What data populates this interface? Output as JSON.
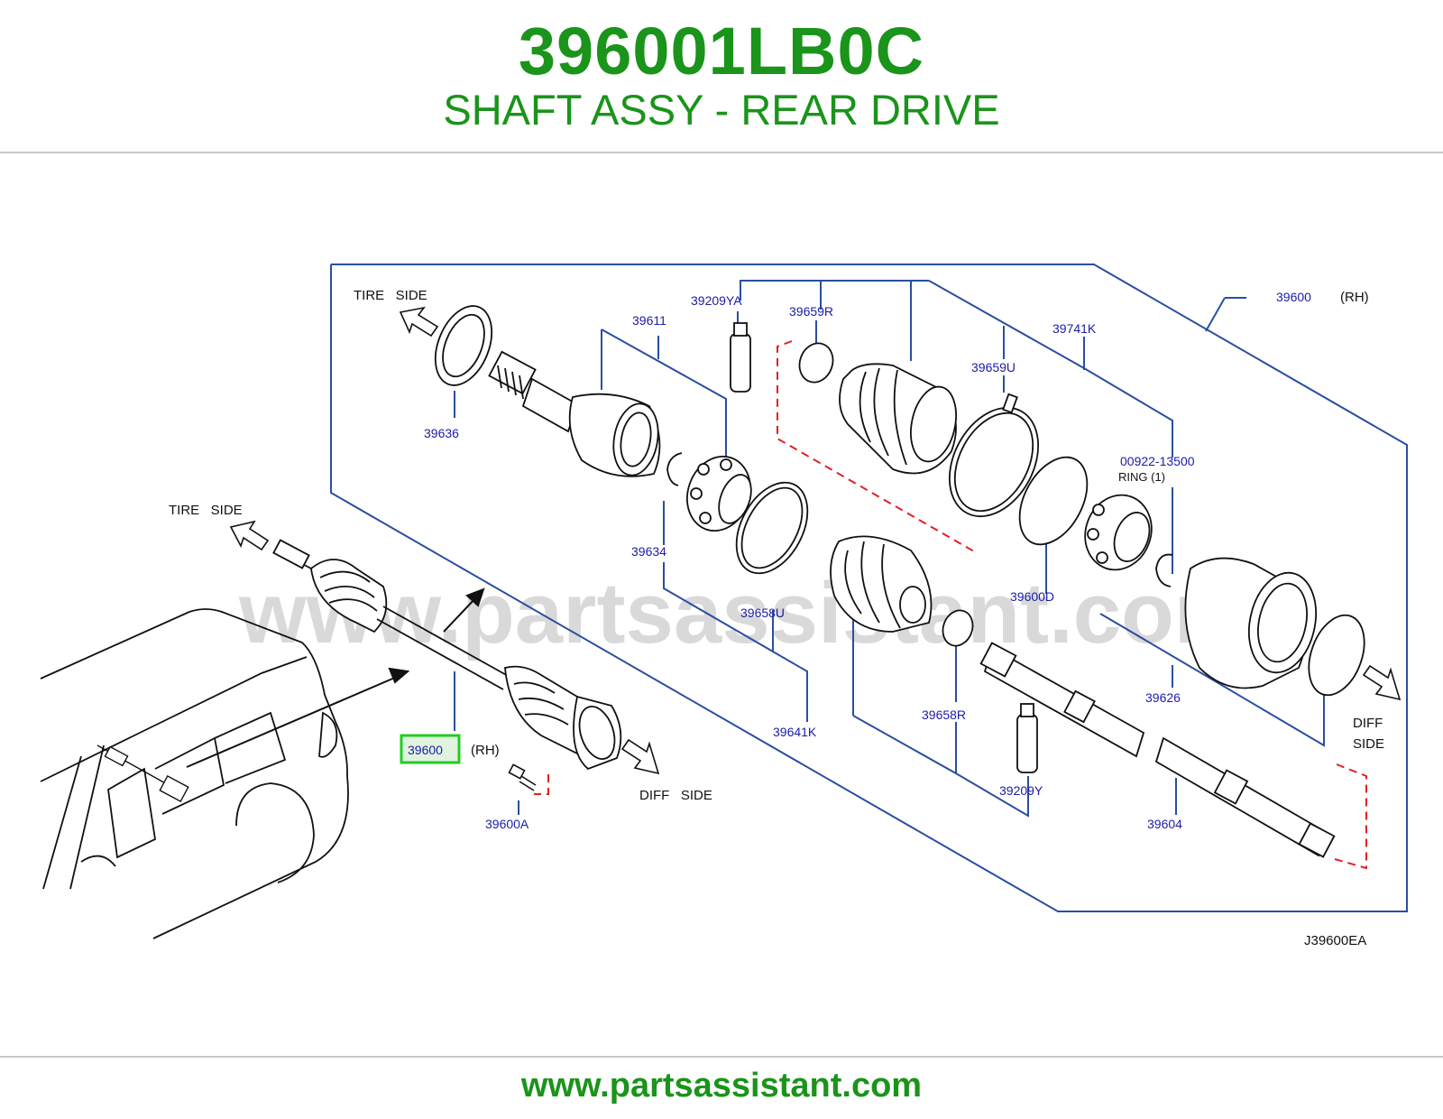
{
  "header": {
    "part_number": "396001LB0C",
    "description": "SHAFT ASSY - REAR DRIVE"
  },
  "footer": {
    "url": "www.partsassistant.com"
  },
  "watermark": "www.partsassistant.com",
  "colors": {
    "brand_green": "#1a941a",
    "callout_blue": "#1c1ca8",
    "frame_blue": "#2a4fa0",
    "dash_red": "#e02020",
    "highlight_green": "#22cc22"
  },
  "diagram": {
    "code": "J39600EA",
    "directions": {
      "tire_side_top": "TIRE   SIDE",
      "tire_side_left": "TIRE   SIDE",
      "diff_side_left": "DIFF   SIDE",
      "diff_side_right_1": "DIFF",
      "diff_side_right_2": "SIDE"
    },
    "callouts": {
      "c39600_main": "39600",
      "c39600_main_rh": "(RH)",
      "c39600_top": "39600",
      "c39600_top_rh": "(RH)",
      "c39636": "39636",
      "c39611": "39611",
      "c39209YA": "39209YA",
      "c39659R": "39659R",
      "c39741K": "39741K",
      "c39659U": "39659U",
      "c00922": "00922-13500",
      "c00922_ring": "RING    (1)",
      "c39634": "39634",
      "c39658U": "39658U",
      "c39600D": "39600D",
      "c39641K": "39641K",
      "c39658R": "39658R",
      "c39626": "39626",
      "c39209Y": "39209Y",
      "c39604": "39604",
      "c39600A": "39600A"
    }
  }
}
